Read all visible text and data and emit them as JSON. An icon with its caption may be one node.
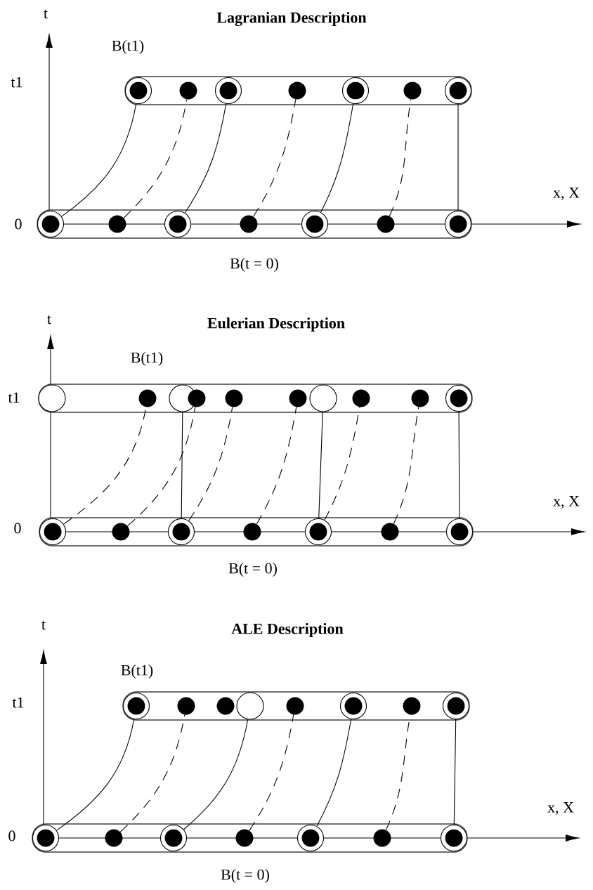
{
  "diagram": {
    "nodes": [
      {
        "text": [
          "B(t1)"
        ]
      },
      {
        "text": [],
        "shape": "ring",
        "in": 0
      },
      {
        "text": [],
        "shape": "dot",
        "in": 0
      },
      {
        "text": [],
        "shape": "ring",
        "in": 0
      },
      {
        "text": [],
        "shape": "dot",
        "in": 0
      },
      {
        "text": [],
        "shape": "ring",
        "in": 0
      },
      {
        "text": [],
        "shape": "dot",
        "in": 0
      },
      {
        "text": [],
        "shape": "ring",
        "in": 0
      },
      {
        "text": [
          "B(t = 0)"
        ]
      },
      {
        "text": [],
        "shape": "ring",
        "in": 8
      },
      {
        "text": [],
        "shape": "dot",
        "in": 8
      },
      {
        "text": [],
        "shape": "ring",
        "in": 8
      },
      {
        "text": [],
        "shape": "dot",
        "in": 8
      },
      {
        "text": [],
        "shape": "ring",
        "in": 8
      },
      {
        "text": [],
        "shape": "dot",
        "in": 8
      },
      {
        "text": [],
        "shape": "ring",
        "in": 8
      },
      {
        "text": [
          "B(t1)"
        ]
      },
      {
        "text": [],
        "shape": "circle",
        "in": 16
      },
      {
        "text": [],
        "shape": "dot",
        "in": 16
      },
      {
        "text": [],
        "shape": "circle",
        "in": 16
      },
      {
        "text": [],
        "shape": "dot",
        "in": 16
      },
      {
        "text": [],
        "shape": "dot",
        "in": 16
      },
      {
        "text": [],
        "shape": "dot",
        "in": 16
      },
      {
        "text": [],
        "shape": "circle",
        "in": 16
      },
      {
        "text": [],
        "shape": "dot",
        "in": 16
      },
      {
        "text": [],
        "shape": "dot",
        "in": 16
      },
      {
        "text": [],
        "shape": "ring",
        "in": 16
      },
      {
        "text": [
          "B(t = 0)"
        ]
      },
      {
        "text": [],
        "shape": "ring",
        "in": 27
      },
      {
        "text": [],
        "shape": "dot",
        "in": 27
      },
      {
        "text": [],
        "shape": "ring",
        "in": 27
      },
      {
        "text": [],
        "shape": "dot",
        "in": 27
      },
      {
        "text": [],
        "shape": "ring",
        "in": 27
      },
      {
        "text": [],
        "shape": "dot",
        "in": 27
      },
      {
        "text": [],
        "shape": "ring",
        "in": 27
      },
      {
        "text": [
          "B(t1)"
        ]
      },
      {
        "text": [],
        "shape": "ring",
        "in": 35
      },
      {
        "text": [],
        "shape": "dot",
        "in": 35
      },
      {
        "text": [],
        "shape": "dot",
        "in": 35
      },
      {
        "text": [],
        "shape": "circle",
        "in": 35
      },
      {
        "text": [],
        "shape": "dot",
        "in": 35
      },
      {
        "text": [],
        "shape": "ring",
        "in": 35
      },
      {
        "text": [],
        "shape": "dot",
        "in": 35
      },
      {
        "text": [],
        "shape": "ring",
        "in": 35
      },
      {
        "text": [
          "B(t = 0)"
        ]
      },
      {
        "text": [],
        "shape": "ring",
        "in": 44
      },
      {
        "text": [],
        "shape": "dot",
        "in": 44
      },
      {
        "text": [],
        "shape": "ring",
        "in": 44
      },
      {
        "text": [],
        "shape": "dot",
        "in": 44
      },
      {
        "text": [],
        "shape": "ring",
        "in": 44
      },
      {
        "text": [],
        "shape": "dot",
        "in": 44
      },
      {
        "text": [],
        "shape": "ring",
        "in": 44
      }
    ],
    "edges": [
      {
        "from": 9,
        "to": 1,
        "arrow": "none"
      },
      {
        "from": 10,
        "to": 2,
        "arrow": "none",
        "style": "dashed"
      },
      {
        "from": 11,
        "to": 3,
        "arrow": "none"
      },
      {
        "from": 12,
        "to": 4,
        "arrow": "none",
        "style": "dashed"
      },
      {
        "from": 13,
        "to": 5,
        "arrow": "none"
      },
      {
        "from": 14,
        "to": 6,
        "arrow": "none",
        "style": "dashed"
      },
      {
        "from": 15,
        "to": 7,
        "arrow": "none"
      },
      {
        "from": 28,
        "to": 18,
        "arrow": "none",
        "style": "dashed"
      },
      {
        "from": 29,
        "to": 20,
        "arrow": "none",
        "style": "dashed"
      },
      {
        "from": 30,
        "to": 19,
        "arrow": "none"
      },
      {
        "from": 30,
        "to": 21,
        "arrow": "none",
        "style": "dashed"
      },
      {
        "from": 31,
        "to": 22,
        "arrow": "none",
        "style": "dashed"
      },
      {
        "from": 32,
        "to": 23,
        "arrow": "none"
      },
      {
        "from": 32,
        "to": 24,
        "arrow": "none",
        "style": "dashed"
      },
      {
        "from": 33,
        "to": 25,
        "arrow": "none",
        "style": "dashed"
      },
      {
        "from": 34,
        "to": 26,
        "arrow": "none"
      },
      {
        "from": 45,
        "to": 36,
        "arrow": "none"
      },
      {
        "from": 46,
        "to": 37,
        "arrow": "none",
        "style": "dashed"
      },
      {
        "from": 47,
        "to": 39,
        "arrow": "none"
      },
      {
        "from": 48,
        "to": 40,
        "arrow": "none",
        "style": "dashed"
      },
      {
        "from": 49,
        "to": 41,
        "arrow": "none"
      },
      {
        "from": 50,
        "to": 42,
        "arrow": "none",
        "style": "dashed"
      },
      {
        "from": 51,
        "to": 43,
        "arrow": "none"
      }
    ],
    "labels": [
      "t",
      "Lagranian Description",
      "t1",
      "x, X",
      "0",
      "t",
      "Eulerian Description",
      "t1",
      "x, X",
      "0",
      "t",
      "ALE Description",
      "t1",
      "x, X",
      "0"
    ]
  }
}
